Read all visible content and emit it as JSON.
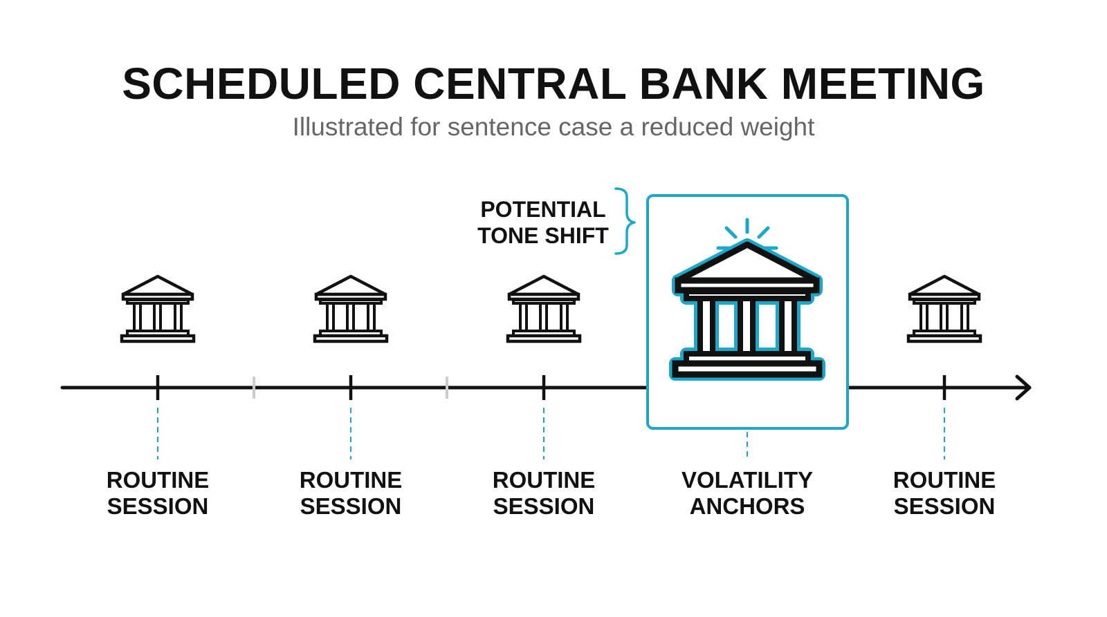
{
  "title": "SCHEDULED CENTRAL BANK MEETING",
  "subtitle": "Illustrated for sentence case a reduced weight",
  "callout": {
    "line1": "POTENTIAL",
    "line2": "TONE SHIFT"
  },
  "sessions": [
    {
      "line1": "ROUTINE",
      "line2": "SESSION",
      "highlight": false
    },
    {
      "line1": "ROUTINE",
      "line2": "SESSION",
      "highlight": false
    },
    {
      "line1": "ROUTINE",
      "line2": "SESSION",
      "highlight": false
    },
    {
      "line1": "VOLATILITY",
      "line2": "ANCHORS",
      "highlight": true
    },
    {
      "line1": "ROUTINE",
      "line2": "SESSION",
      "highlight": false
    }
  ],
  "colors": {
    "ink": "#111111",
    "accent": "#1AA7C9",
    "muted": "#666666",
    "tick_muted": "#CCCCCC"
  },
  "icons": {
    "session": "bank-building-icon",
    "alert": "alert-burst-icon",
    "bracket": "curly-bracket-icon"
  }
}
